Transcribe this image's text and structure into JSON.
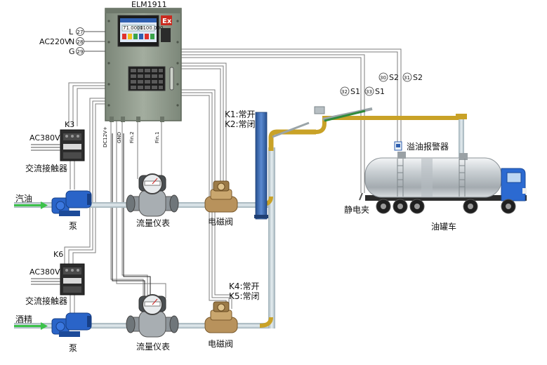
{
  "controller": {
    "model": "ELM1911",
    "ex_mark": "Ex",
    "screen_value_1": "71.0000",
    "screen_value_2": "1100.000"
  },
  "power": {
    "voltage": "AC220V",
    "terminals": [
      {
        "name": "L",
        "num": "27"
      },
      {
        "name": "N",
        "num": "28"
      },
      {
        "name": "G",
        "num": "29"
      }
    ]
  },
  "io_labels": {
    "dc12v": "DC12V+",
    "gnd": "GND",
    "fin2": "Fin.2",
    "fin1": "Fin.1"
  },
  "upper_line": {
    "contactor_id": "K3",
    "contactor_voltage": "AC380V",
    "contactor_name": "交流接触器",
    "fluid": "汽油",
    "pump": "泵",
    "meter": "流量仪表",
    "valve": "电磁阀",
    "valve_k1": "K1:常开",
    "valve_k2": "K2:常闭"
  },
  "lower_line": {
    "contactor_id": "K6",
    "contactor_voltage": "AC380V",
    "contactor_name": "交流接触器",
    "fluid": "酒精",
    "pump": "泵",
    "meter": "流量仪表",
    "valve": "电磁阀",
    "valve_k4": "K4:常开",
    "valve_k5": "K5:常闭"
  },
  "signals": {
    "s1a_num": "32",
    "s1a": "S1",
    "s1b_num": "33",
    "s1b": "S1",
    "s2a_num": "30",
    "s2a": "S2",
    "s2b_num": "31",
    "s2b": "S2"
  },
  "truck": {
    "overflow_alarm": "溢油报警器",
    "static_clamp": "静电夹",
    "tanker": "油罐车"
  },
  "colors": {
    "cabinet": "#8f9a8c",
    "pipe": "#c7d3d9",
    "arm": "#c9a227",
    "column": "#3f6fb5",
    "pump": "#2a64c8",
    "truck_cab": "#2c6ad1",
    "arrow": "#3cc24a"
  }
}
